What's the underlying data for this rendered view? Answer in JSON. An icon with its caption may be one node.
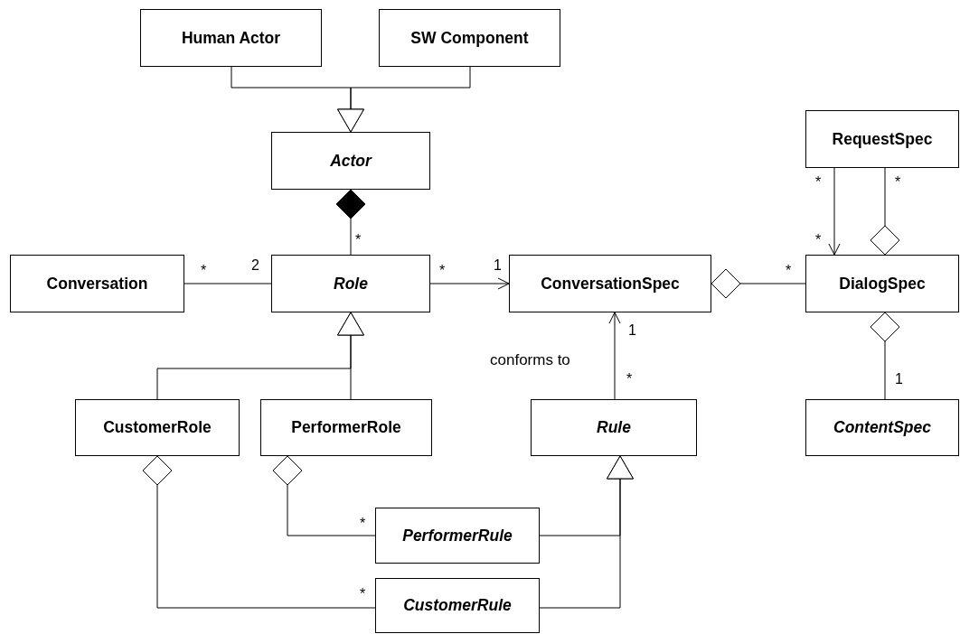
{
  "diagram": {
    "nodes": [
      {
        "text": [
          "Human Actor"
        ]
      },
      {
        "text": [
          "SW Component"
        ]
      },
      {
        "text": [
          "Actor"
        ]
      },
      {
        "text": [
          "Conversation"
        ]
      },
      {
        "text": [
          "Role"
        ]
      },
      {
        "text": [
          "ConversationSpec"
        ]
      },
      {
        "text": [
          "RequestSpec"
        ]
      },
      {
        "text": [
          "DialogSpec"
        ]
      },
      {
        "text": [
          "CustomerRole"
        ]
      },
      {
        "text": [
          "PerformerRole"
        ]
      },
      {
        "text": [
          "Rule"
        ]
      },
      {
        "text": [
          "ContentSpec"
        ]
      },
      {
        "text": [
          "PerformerRule"
        ]
      },
      {
        "text": [
          "CustomerRule"
        ]
      }
    ],
    "edges": [
      {
        "from": 0,
        "to": 2,
        "arrow": "to"
      },
      {
        "from": 1,
        "to": 2,
        "arrow": "to"
      },
      {
        "from": 2,
        "to": 4,
        "arrow": "other"
      },
      {
        "from": 3,
        "to": 4,
        "arrow": "none"
      },
      {
        "from": 4,
        "to": 5,
        "arrow": "to"
      },
      {
        "from": 5,
        "to": 7,
        "arrow": "other"
      },
      {
        "from": 6,
        "to": 7,
        "arrow": "to"
      },
      {
        "from": 7,
        "to": 6,
        "arrow": "other"
      },
      {
        "from": 7,
        "to": 11,
        "arrow": "other"
      },
      {
        "from": 10,
        "to": 5,
        "arrow": "to",
        "label": "conforms to"
      },
      {
        "from": 8,
        "to": 4,
        "arrow": "to"
      },
      {
        "from": 9,
        "to": 4,
        "arrow": "to"
      },
      {
        "from": 8,
        "to": 13,
        "arrow": "other"
      },
      {
        "from": 9,
        "to": 12,
        "arrow": "other"
      },
      {
        "from": 12,
        "to": 10,
        "arrow": "to"
      },
      {
        "from": 13,
        "to": 10,
        "arrow": "to"
      }
    ],
    "labels": [
      "*",
      "*",
      "2",
      "*",
      "1",
      "*",
      "*",
      "*",
      "*",
      "1",
      "*",
      "1",
      "*",
      "*"
    ]
  }
}
